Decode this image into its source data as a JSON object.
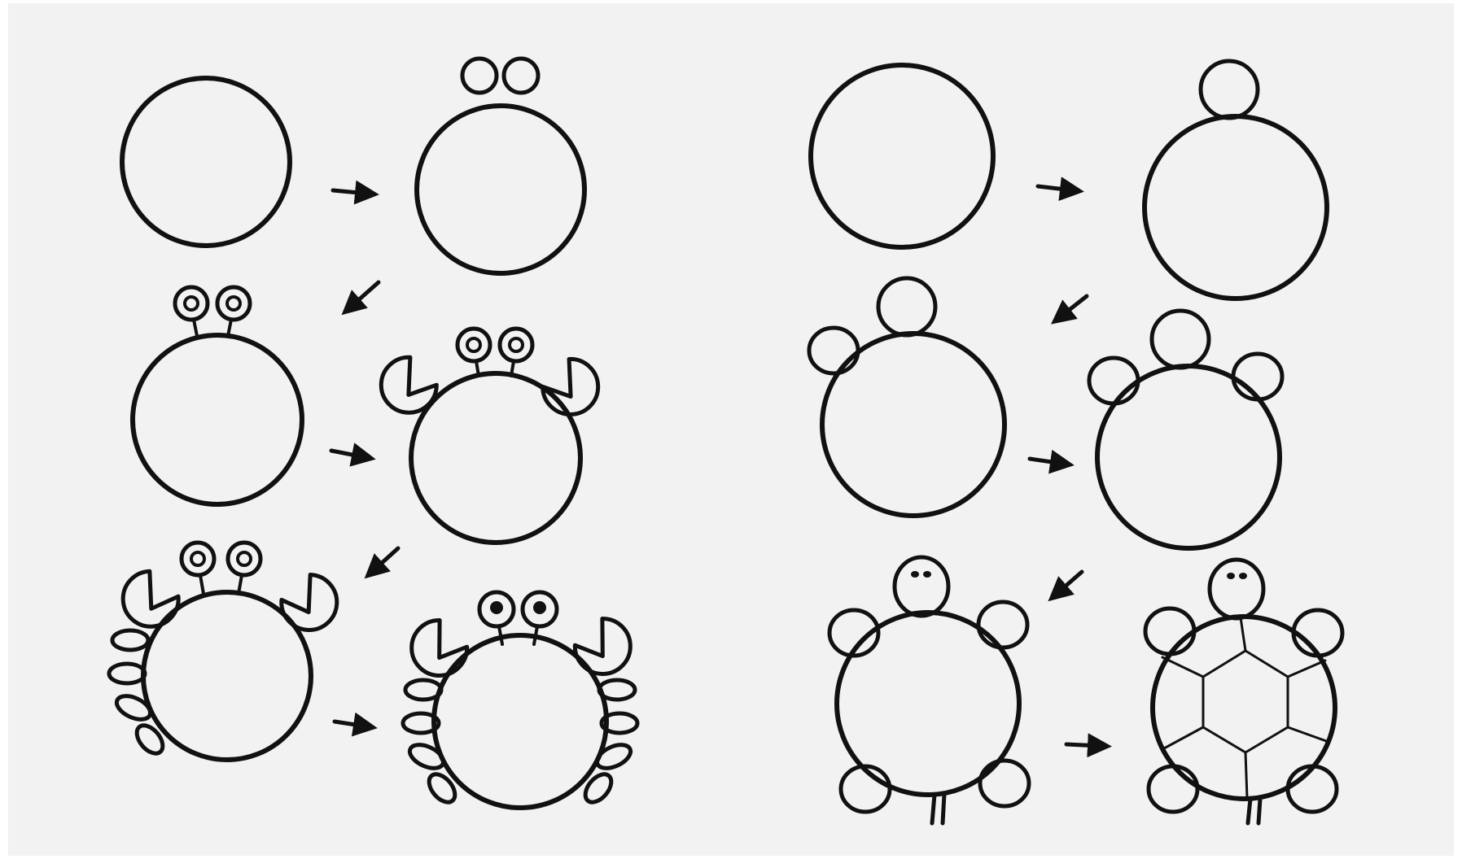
{
  "title": "",
  "tutorials": [
    {
      "subject": "crab",
      "steps": 6
    },
    {
      "subject": "turtle",
      "steps": 6
    }
  ],
  "colors": {
    "ink": "#111111",
    "paper": "#f2f2f2",
    "background": "#ffffff"
  }
}
